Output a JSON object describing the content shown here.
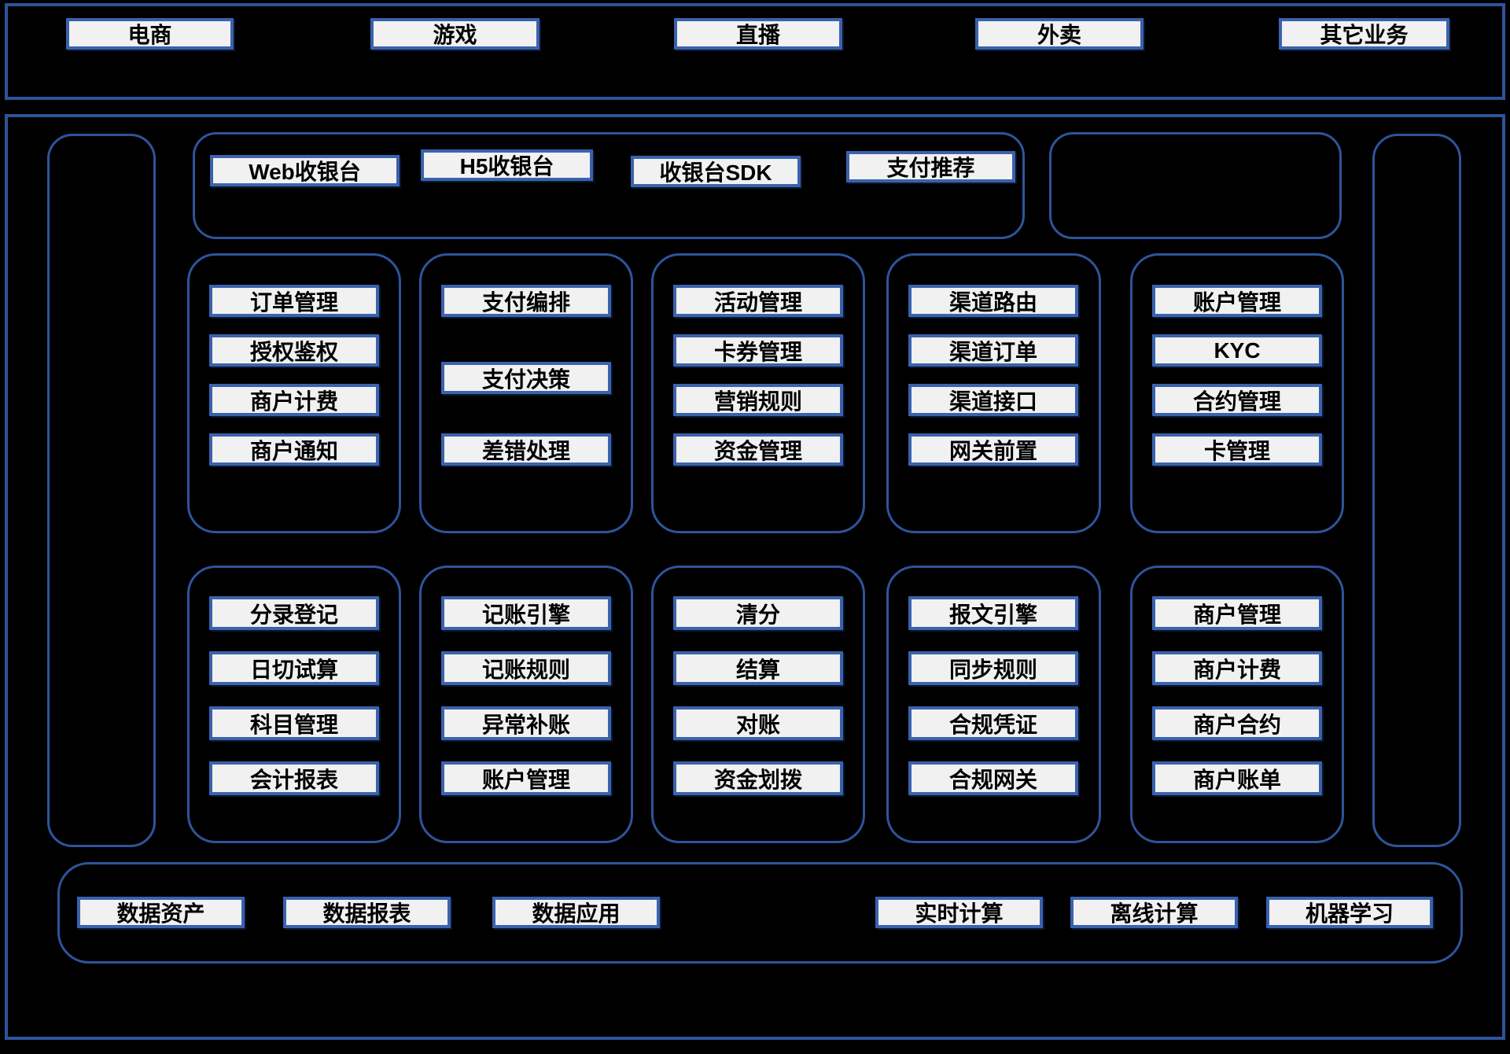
{
  "colors": {
    "background": "#000000",
    "container_border": "#2e549b",
    "chip_border": "#3a62ad",
    "chip_fill": "#f1f1f1",
    "chip_text": "#000000"
  },
  "business_bar": {
    "items": [
      "电商",
      "游戏",
      "直播",
      "外卖",
      "其它业务"
    ]
  },
  "checkout": {
    "items": [
      "Web收银台",
      "H5收银台",
      "收银台SDK",
      "支付推荐"
    ]
  },
  "row1": {
    "groups": [
      {
        "items": [
          "订单管理",
          "授权鉴权",
          "商户计费",
          "商户通知"
        ]
      },
      {
        "items": [
          "支付编排",
          "支付决策",
          "差错处理"
        ]
      },
      {
        "items": [
          "活动管理",
          "卡券管理",
          "营销规则",
          "资金管理"
        ]
      },
      {
        "items": [
          "渠道路由",
          "渠道订单",
          "渠道接口",
          "网关前置"
        ]
      },
      {
        "items": [
          "账户管理",
          "KYC",
          "合约管理",
          "卡管理"
        ]
      }
    ]
  },
  "row2": {
    "groups": [
      {
        "items": [
          "分录登记",
          "日切试算",
          "科目管理",
          "会计报表"
        ]
      },
      {
        "items": [
          "记账引擎",
          "记账规则",
          "异常补账",
          "账户管理"
        ]
      },
      {
        "items": [
          "清分",
          "结算",
          "对账",
          "资金划拨"
        ]
      },
      {
        "items": [
          "报文引擎",
          "同步规则",
          "合规凭证",
          "合规网关"
        ]
      },
      {
        "items": [
          "商户管理",
          "商户计费",
          "商户合约",
          "商户账单"
        ]
      }
    ]
  },
  "data_bar": {
    "items": [
      "数据资产",
      "数据报表",
      "数据应用",
      "实时计算",
      "离线计算",
      "机器学习"
    ]
  }
}
